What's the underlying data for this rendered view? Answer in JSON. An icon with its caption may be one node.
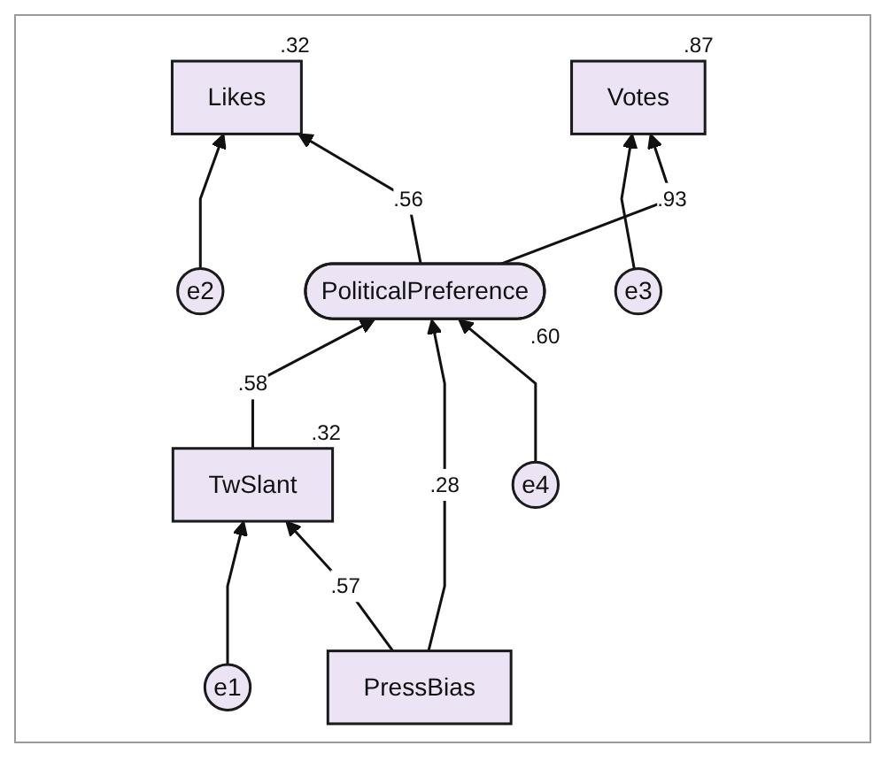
{
  "diagram": {
    "nodes": [
      {
        "text": [
          "e1"
        ]
      },
      {
        "text": [
          "e2"
        ]
      },
      {
        "text": [
          "e3"
        ]
      },
      {
        "text": [
          "TwSlant"
        ],
        "beside": [
          ".32"
        ]
      },
      {
        "text": [
          "Likes"
        ],
        "beside": [
          ".32"
        ]
      },
      {
        "text": [
          "Votes"
        ],
        "beside": [
          ".87"
        ]
      },
      {
        "text": [
          "PoliticalPreference"
        ],
        "beside": [
          ".60"
        ]
      },
      {
        "text": [
          "PressBias"
        ]
      },
      {
        "text": [
          "e4"
        ]
      }
    ],
    "edges": [
      {
        "from": 0,
        "to": 3,
        "arrow": "to"
      },
      {
        "from": 1,
        "to": 4,
        "arrow": "to"
      },
      {
        "from": 2,
        "to": 5,
        "arrow": "to"
      },
      {
        "from": 7,
        "to": 3,
        "arrow": "to",
        "label": ".57"
      },
      {
        "from": 3,
        "to": 6,
        "arrow": "to",
        "label": ".58"
      },
      {
        "from": 6,
        "to": 4,
        "arrow": "to",
        "label": ".56"
      },
      {
        "from": 6,
        "to": 5,
        "arrow": "to",
        "label": ".93"
      },
      {
        "from": 7,
        "to": 6,
        "arrow": "to",
        "label": ".28"
      },
      {
        "from": 8,
        "to": 6,
        "arrow": "to"
      }
    ]
  }
}
